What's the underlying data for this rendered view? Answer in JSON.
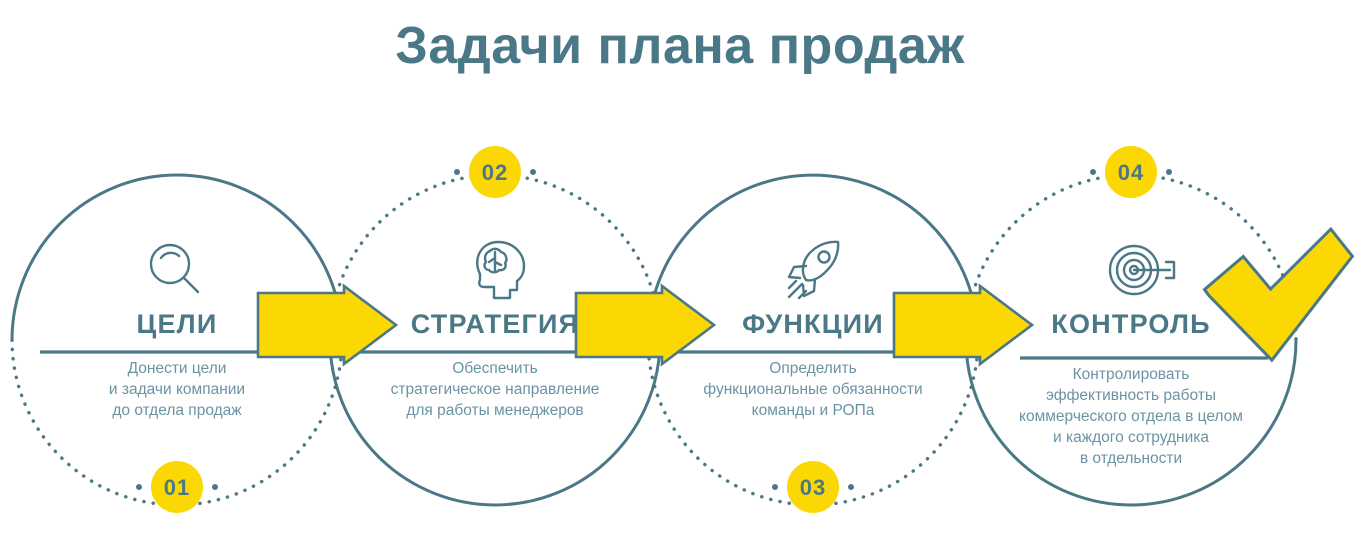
{
  "title": "Задачи плана продаж",
  "colors": {
    "teal": "#4a7886",
    "teal_light": "#6b93a3",
    "yellow": "#fbd804",
    "background": "#ffffff"
  },
  "steps": [
    {
      "number": "01",
      "heading": "ЦЕЛИ",
      "icon": "magnifier-icon",
      "badge_position": "bottom",
      "solid_arc": "top",
      "desc_lines": [
        "Донести цели",
        "и задачи компании",
        "до отдела продаж"
      ]
    },
    {
      "number": "02",
      "heading": "СТРАТЕГИЯ",
      "icon": "head-brain-icon",
      "badge_position": "top",
      "solid_arc": "bottom",
      "desc_lines": [
        "Обеспечить",
        "стратегическое направление",
        "для работы менеджеров"
      ]
    },
    {
      "number": "03",
      "heading": "ФУНКЦИИ",
      "icon": "rocket-icon",
      "badge_position": "bottom",
      "solid_arc": "top",
      "desc_lines": [
        "Определить",
        "функциональные обязанности",
        "команды и РОПа"
      ]
    },
    {
      "number": "04",
      "heading": "КОНТРОЛЬ",
      "icon": "target-arrow-icon",
      "badge_position": "top",
      "solid_arc": "bottom",
      "desc_lines": [
        "Контролировать",
        "эффективность работы",
        "коммерческого отдела в целом",
        "и каждого сотрудника",
        "в отдельности"
      ]
    }
  ],
  "connectors": [
    {
      "name": "arrow-1-2"
    },
    {
      "name": "arrow-2-3"
    },
    {
      "name": "arrow-3-4"
    }
  ],
  "checkmark": {
    "name": "checkmark-badge"
  }
}
